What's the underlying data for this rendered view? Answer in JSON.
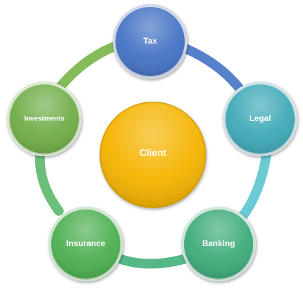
{
  "center": {
    "label": "Client",
    "color": "#f5b400"
  },
  "nodes": [
    {
      "id": "tax",
      "label": "Tax",
      "color": "#4472c4"
    },
    {
      "id": "legal",
      "label": "Legal",
      "color": "#3fa9b8"
    },
    {
      "id": "banking",
      "label": "Banking",
      "color": "#3dab7a"
    },
    {
      "id": "insurance",
      "label": "Insurance",
      "color": "#4caf50"
    },
    {
      "id": "investments",
      "label": "Investments",
      "color": "#70ad47"
    }
  ],
  "ring_colors": {
    "tax_legal": "#4472c4",
    "legal_banking": "#5cc4d0",
    "banking_insurance": "#45b07a",
    "insurance_investments": "#5cb86a",
    "investments_tax": "#78b446"
  }
}
